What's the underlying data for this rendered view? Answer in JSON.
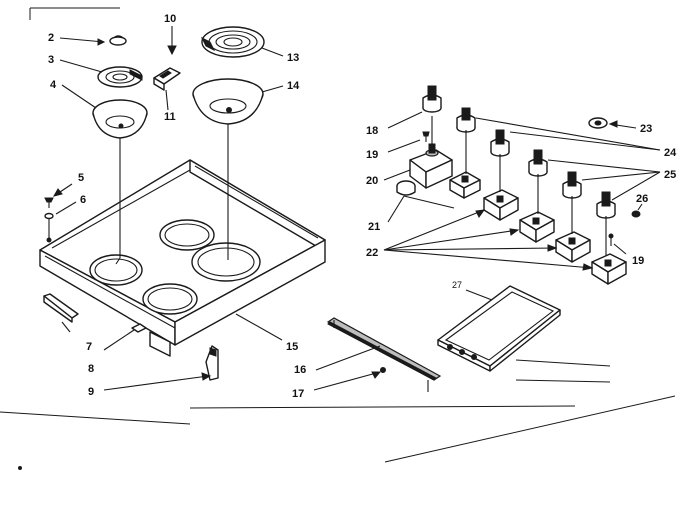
{
  "diagram": {
    "labels": {
      "p2": "2",
      "p3": "3",
      "p4": "4",
      "p5": "5",
      "p6": "6",
      "p7": "7",
      "p8": "8",
      "p9": "9",
      "p10": "10",
      "p11": "11",
      "p13": "13",
      "p14": "14",
      "p15": "15",
      "p16": "16",
      "p17": "17",
      "p18": "18",
      "p19a": "19",
      "p19b": "19",
      "p20": "20",
      "p21": "21",
      "p22": "22",
      "p23": "23",
      "p24": "24",
      "p25": "25",
      "p26": "26",
      "p27": "27"
    },
    "colors": {
      "ink": "#1a1a1a",
      "paper": "#ffffff",
      "shade": "#bdbdbd"
    }
  }
}
